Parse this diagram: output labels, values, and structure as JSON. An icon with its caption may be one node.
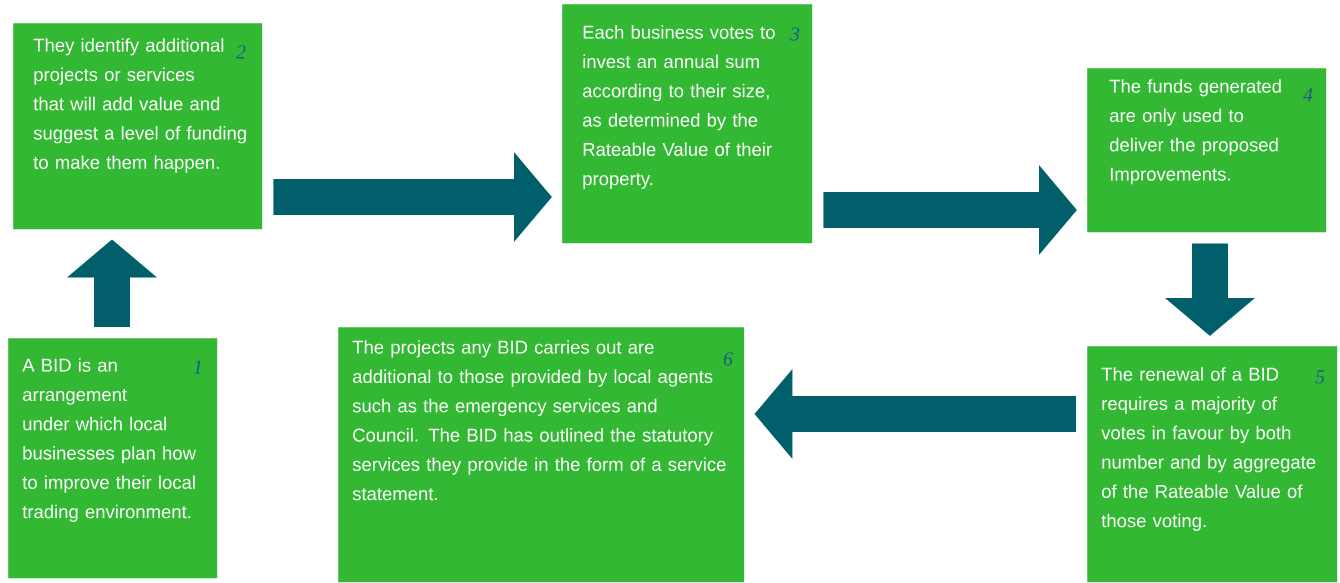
{
  "diagram": {
    "nodes": [
      {
        "text": [
          "A BID is an arrangement under which local businesses plan how to improve their local trading environment.",
          "1"
        ]
      },
      {
        "text": [
          "They identify additional projects or services that will add value and suggest a level of funding to make them happen.",
          "2"
        ]
      },
      {
        "text": [
          "Each business votes to invest an annual sum according to their size, as determined by the Rateable Value of their property.",
          "3"
        ]
      },
      {
        "text": [
          "The funds generated are only used to deliver the proposed Improvements.",
          "4"
        ]
      },
      {
        "text": [
          "The renewal of a BID requires a majority of votes in favour by both number and by aggregate of the Rateable Value of those voting.",
          "5"
        ]
      },
      {
        "text": [
          "The projects any BID carries out are additional to those provided by local agents such as the emergency services and Council. The BID has outlined the statutory services they provide in the form of a service statement.",
          "6"
        ]
      }
    ],
    "edges": [
      {
        "from": 0,
        "to": 1,
        "arrow": "to"
      },
      {
        "from": 1,
        "to": 2,
        "arrow": "to"
      },
      {
        "from": 2,
        "to": 3,
        "arrow": "to"
      },
      {
        "from": 3,
        "to": 4,
        "arrow": "to"
      },
      {
        "from": 4,
        "to": 5,
        "arrow": "to"
      }
    ]
  }
}
